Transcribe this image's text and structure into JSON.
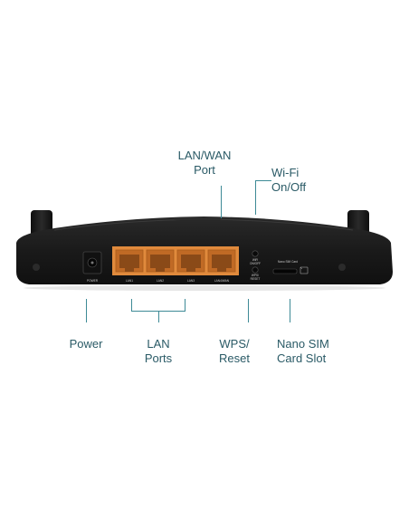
{
  "colors": {
    "accent": "#3d8a96",
    "label_text": "#2a5a66",
    "router_body": "#1c1c1c",
    "port_orange": "#e08a3c"
  },
  "callouts": {
    "lan_wan_port": [
      "LAN/WAN",
      "Port"
    ],
    "wifi_onoff": [
      "Wi-Fi",
      "On/Off"
    ],
    "power": [
      "Power"
    ],
    "lan_ports": [
      "LAN",
      "Ports"
    ],
    "wps_reset": [
      "WPS/",
      "Reset"
    ],
    "nano_sim": [
      "Nano SIM",
      "Card Slot"
    ]
  },
  "device_labels": {
    "power": "POWER",
    "lan1": "LAN1",
    "lan2": "LAN2",
    "lan3": "LAN3",
    "lan_wan": "LAN4/WAN",
    "wifi_switch": [
      "WiFi",
      "ON/OFF"
    ],
    "wps_reset": [
      "WPS/",
      "RESET"
    ],
    "sim_slot": "Nano SIM Card"
  }
}
